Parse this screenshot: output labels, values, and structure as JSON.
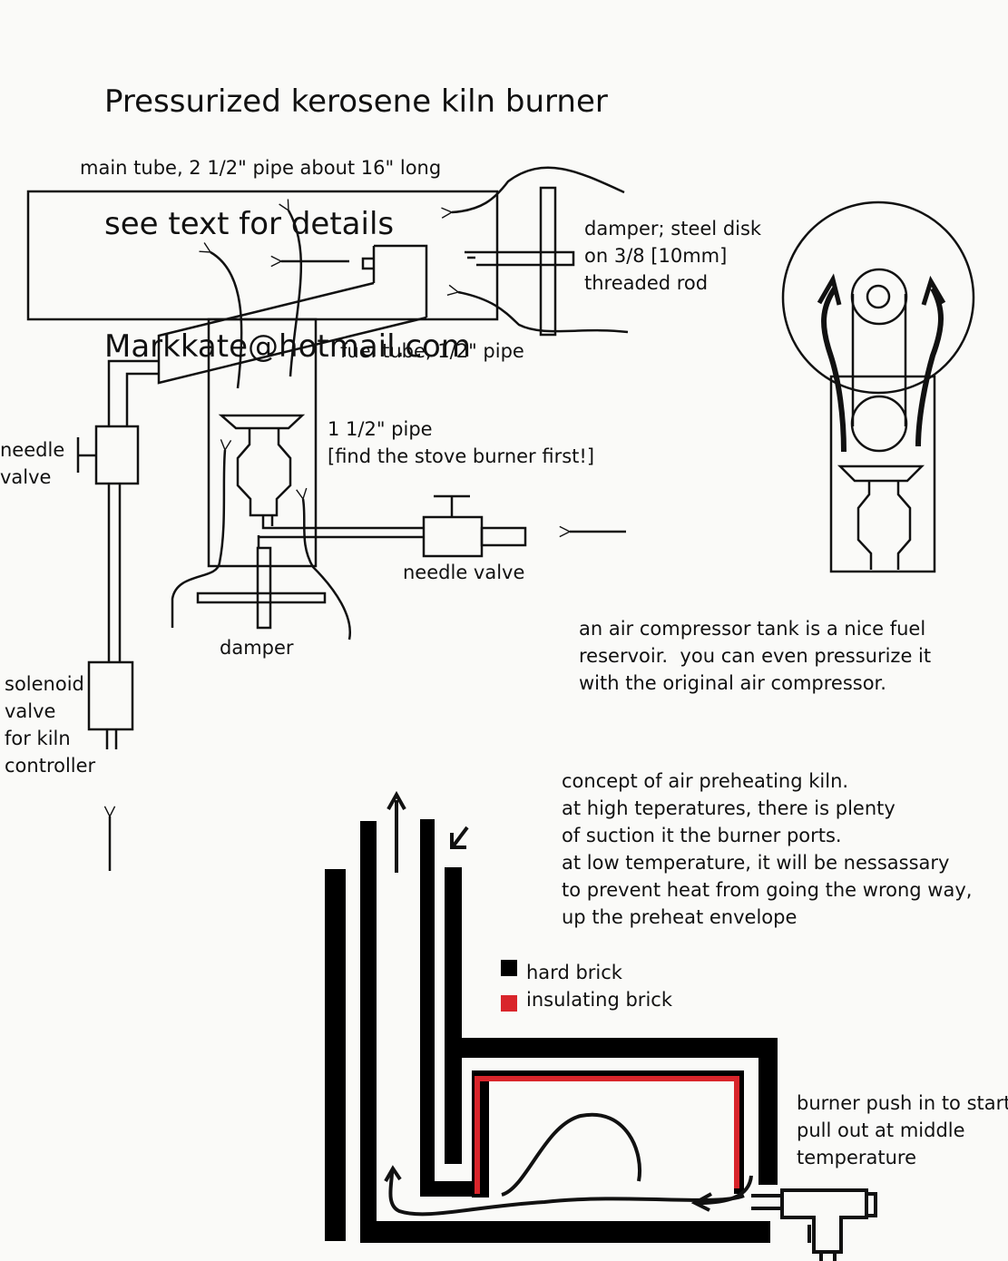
{
  "header": {
    "line1": "Pressurized kerosene kiln burner",
    "line2": "see text for details",
    "line3": "Markkate@hotmail.com"
  },
  "labels": {
    "main_tube": "main tube, 2 1/2\" pipe about 16\" long",
    "damper_desc": "damper; steel disk\non 3/8 [10mm]\nthreaded rod",
    "fuel_tube": "fuel tube, 1/2\" pipe",
    "pipe_15": "1 1/2\" pipe\n[find the stove burner first!]",
    "needle_valve_left": "needle\nvalve",
    "needle_valve_bottom": "needle valve",
    "damper_bottom": "damper",
    "solenoid": "solenoid\nvalve\nfor kiln\ncontroller",
    "compressor_note": "an air compressor tank is a nice fuel\nreservoir.  you can even pressurize it\nwith the original air compressor.",
    "concept_note": "concept of air preheating kiln.\nat high teperatures, there is plenty\nof suction it the burner ports.\nat low temperature, it will be nessassary\nto prevent heat from going the wrong way,\nup the preheat envelope",
    "burner_note": "burner push in to start\npull out at middle\ntemperature"
  },
  "legend": {
    "hard_brick": "hard brick",
    "insulating_brick": "insulating brick",
    "hard_color": "#000000",
    "insulating_color": "#d9252b"
  }
}
